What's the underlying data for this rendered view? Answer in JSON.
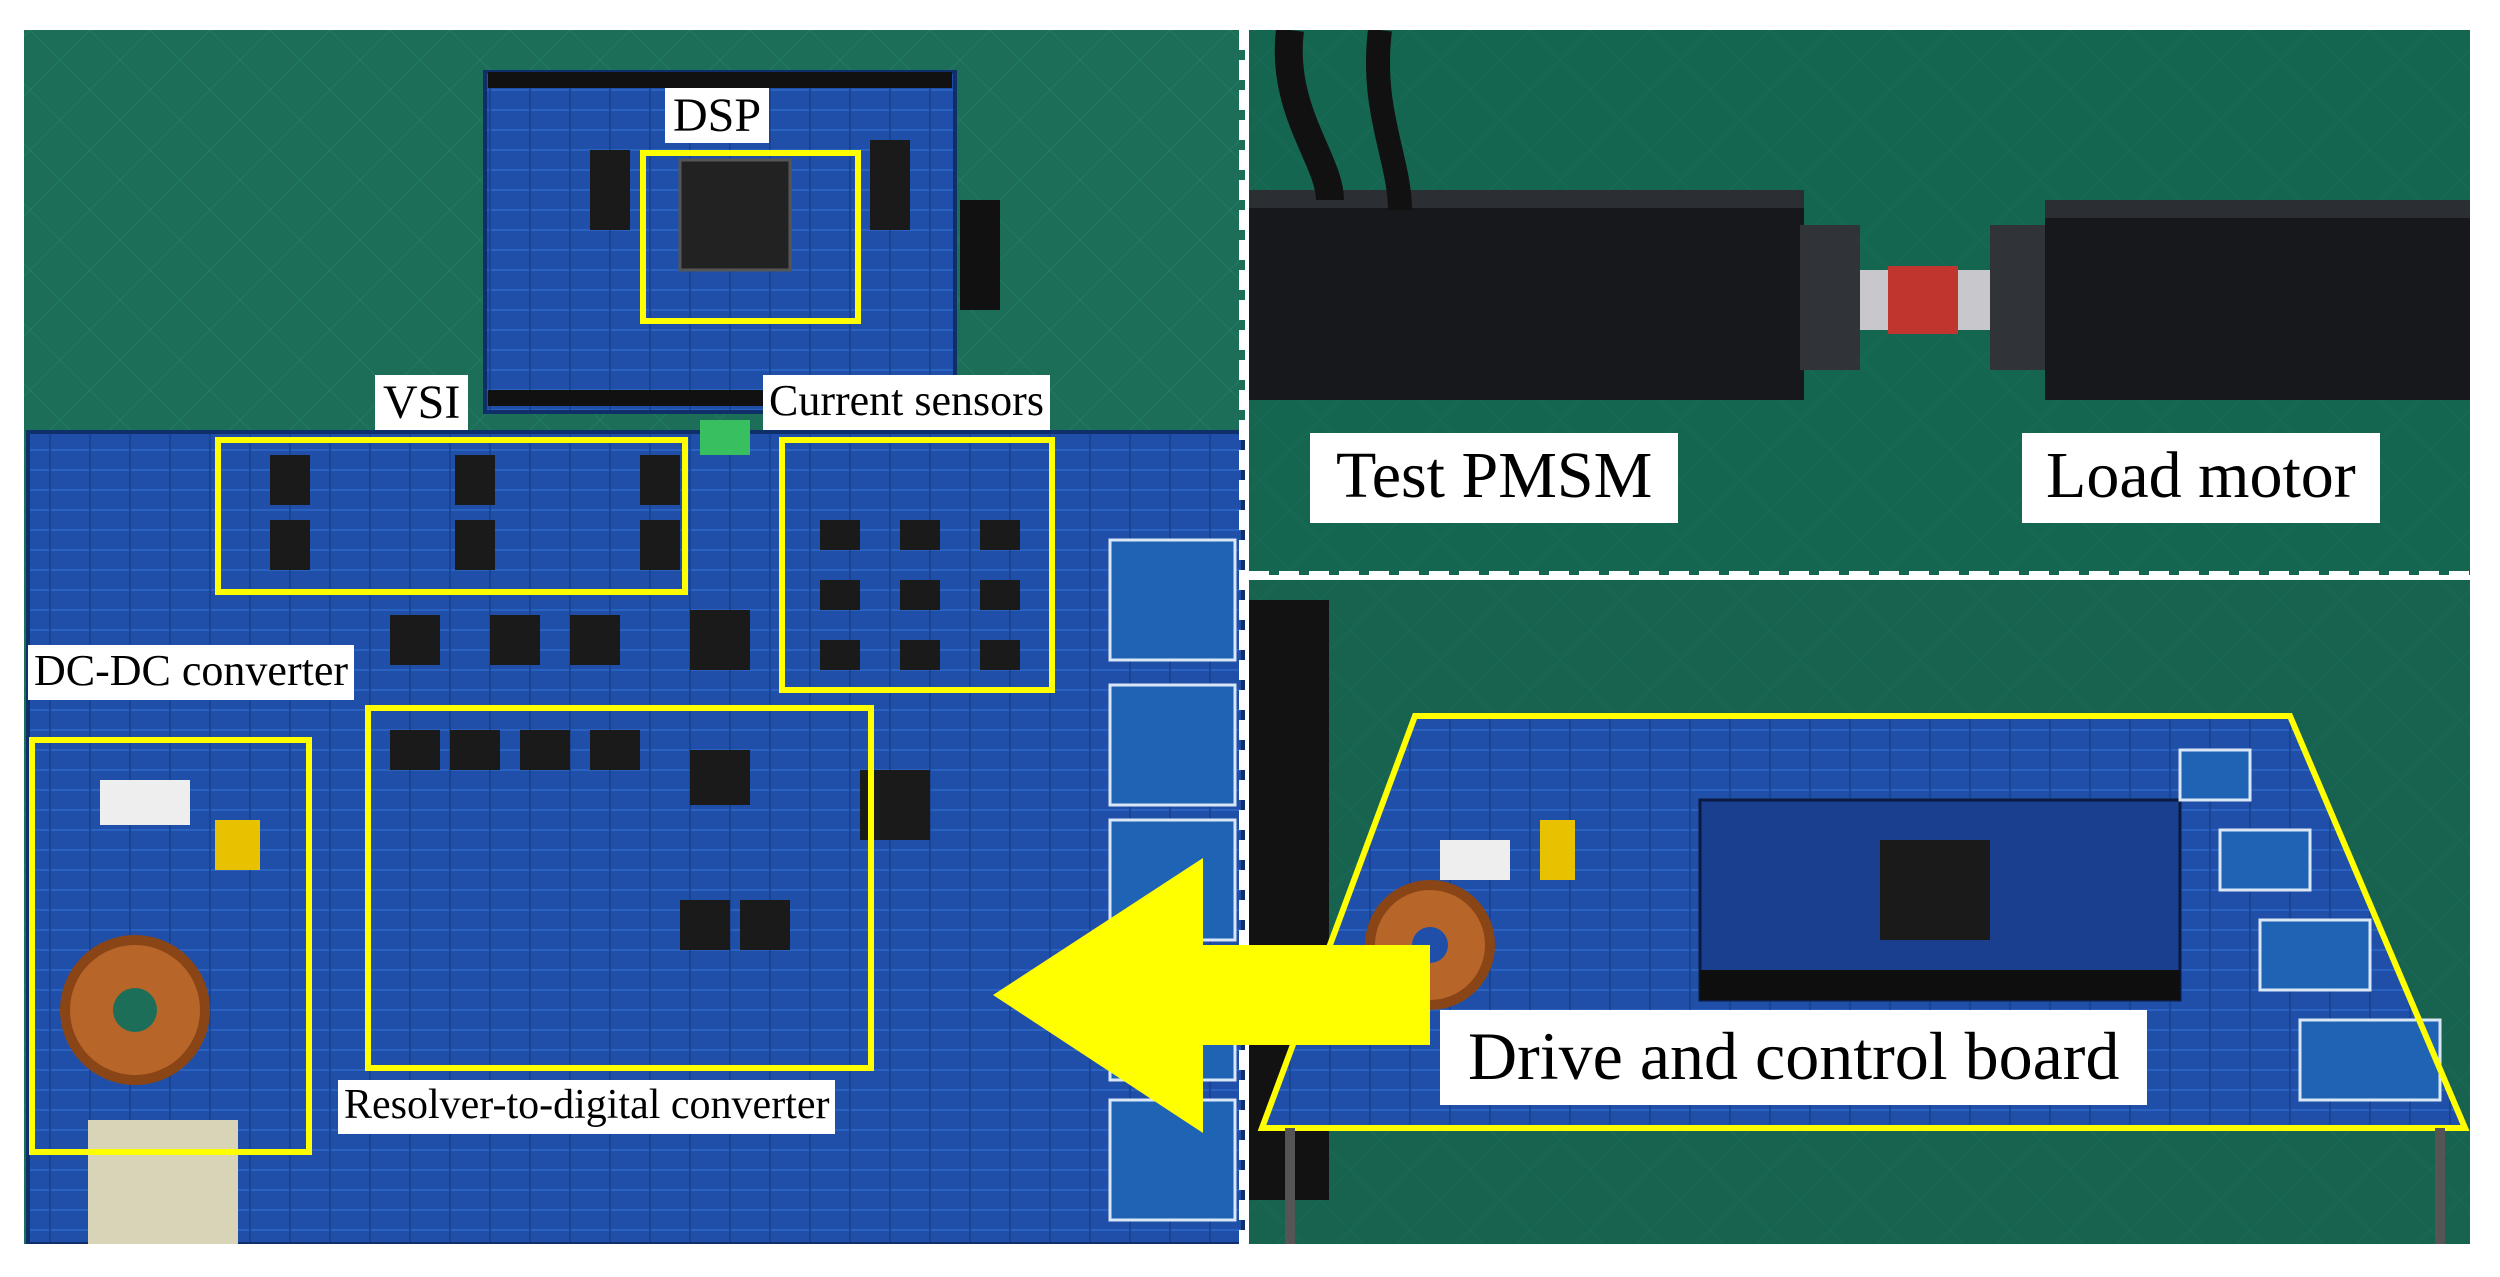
{
  "labels": {
    "dsp": "DSP",
    "vsi": "VSI",
    "current_sensors": "Current sensors",
    "dc_dc_converter": "DC-DC converter",
    "resolver": "Resolver-to-digital converter",
    "test_pmsm": "Test PMSM",
    "load_motor": "Load motor",
    "drive_board": "Drive and control board"
  },
  "colors": {
    "highlight": "#ffff00",
    "pcb_blue": "#1f4fa8",
    "bench_green": "#1c6e58",
    "motor_black": "#16181b",
    "label_bg": "#ffffff",
    "divider": "#ffffff"
  },
  "icons": {
    "arrow": "left-arrow-icon"
  }
}
